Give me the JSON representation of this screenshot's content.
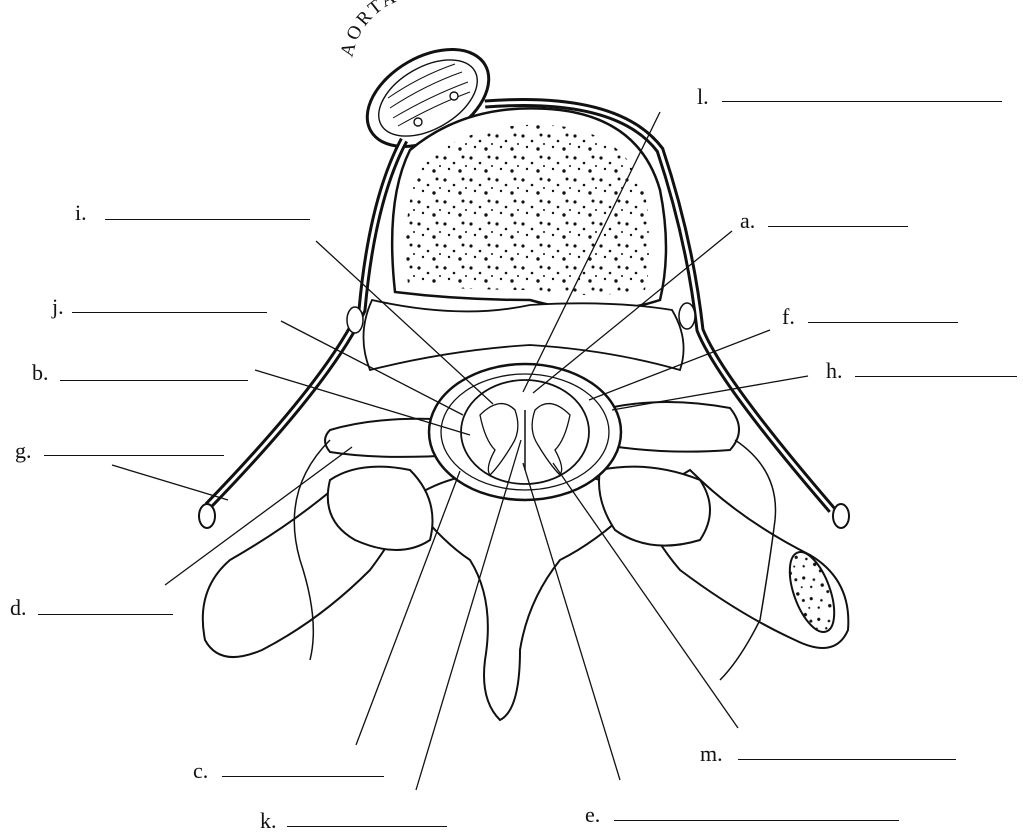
{
  "aorta_label": "AORTA",
  "labels": {
    "a": "a.",
    "b": "b.",
    "c": "c.",
    "d": "d.",
    "e": "e.",
    "f": "f.",
    "g": "g.",
    "h": "h.",
    "i": "i.",
    "j": "j.",
    "k": "k.",
    "l": "l.",
    "m": "m."
  }
}
